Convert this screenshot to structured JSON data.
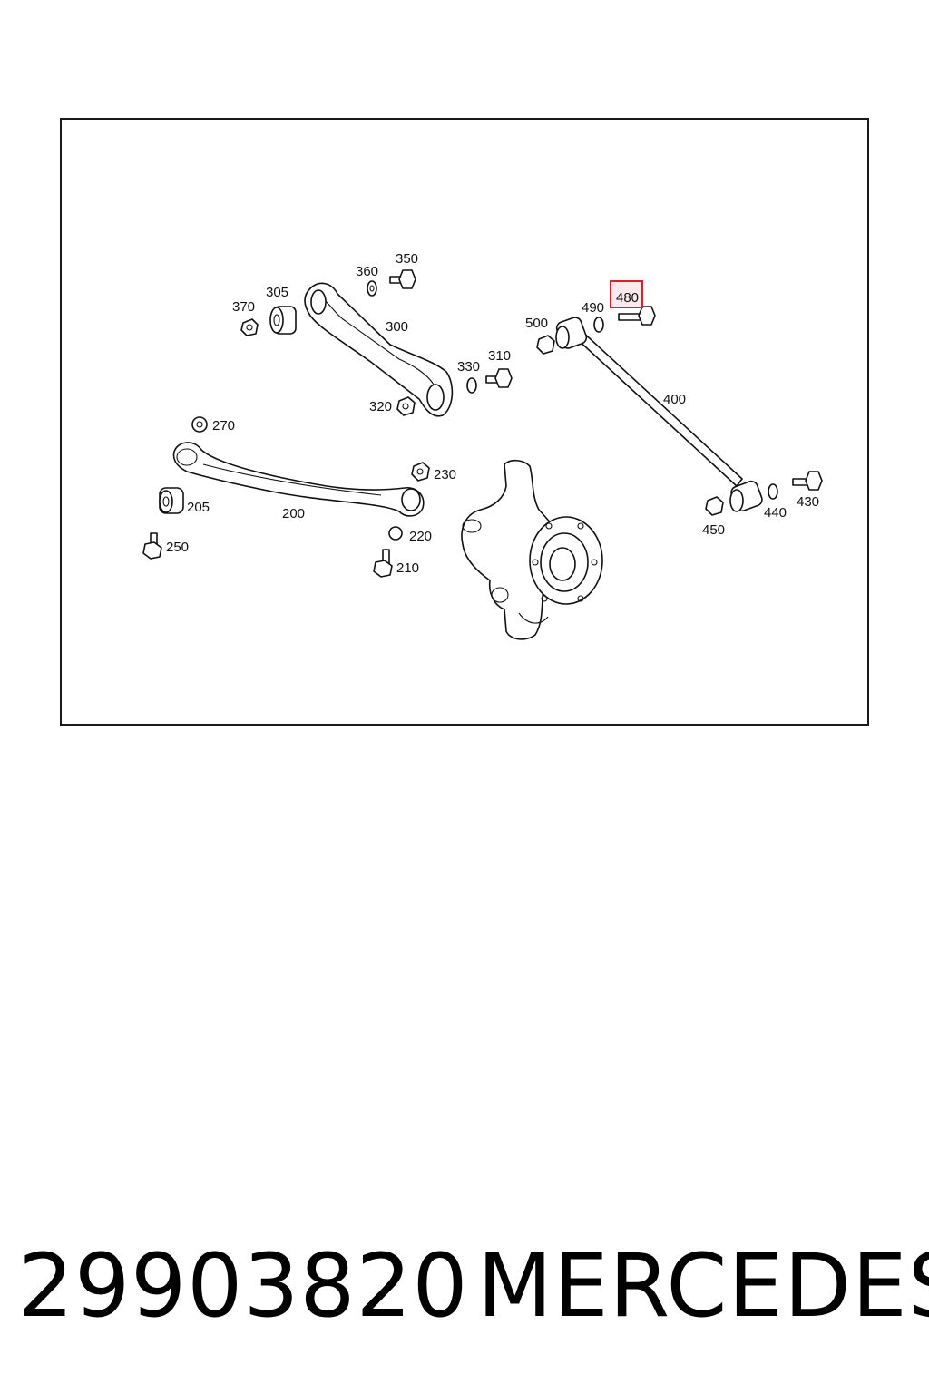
{
  "diagram": {
    "highlight_color": "#e11d2a",
    "highlighted_part": "480",
    "labels": {
      "p350": "350",
      "p360": "360",
      "p305": "305",
      "p370": "370",
      "p300": "300",
      "p330": "330",
      "p310": "310",
      "p320": "320",
      "p500": "500",
      "p490": "490",
      "p480": "480",
      "p400": "400",
      "p270": "270",
      "p230": "230",
      "p205": "205",
      "p200": "200",
      "p220": "220",
      "p250": "250",
      "p210": "210",
      "p430": "430",
      "p440": "440",
      "p450": "450"
    }
  },
  "footer": {
    "part_number": "29903820",
    "brand": "MERCEDES"
  }
}
